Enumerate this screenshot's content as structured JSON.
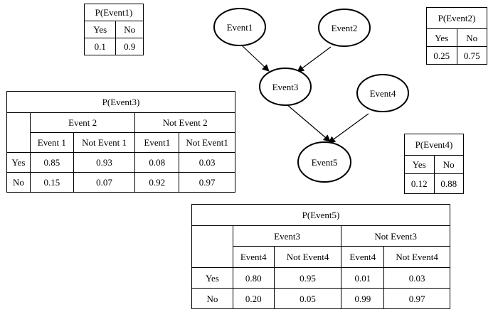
{
  "nodes": {
    "event1": "Event1",
    "event2": "Event2",
    "event3": "Event3",
    "event4": "Event4",
    "event5": "Event5"
  },
  "cpt_event1": {
    "title": "P(Event1)",
    "headers": [
      "Yes",
      "No"
    ],
    "values": [
      "0.1",
      "0.9"
    ]
  },
  "cpt_event2": {
    "title": "P(Event2)",
    "headers": [
      "Yes",
      "No"
    ],
    "values": [
      "0.25",
      "0.75"
    ]
  },
  "cpt_event4": {
    "title": "P(Event4)",
    "headers": [
      "Yes",
      "No"
    ],
    "values": [
      "0.12",
      "0.88"
    ]
  },
  "cpt_event3": {
    "title": "P(Event3)",
    "groups": [
      "Event 2",
      "Not Event 2"
    ],
    "subheaders": [
      "Event 1",
      "Not Event 1",
      "Event1",
      "Not Event1"
    ],
    "rows": [
      {
        "label": "Yes",
        "values": [
          "0.85",
          "0.93",
          "0.08",
          "0.03"
        ]
      },
      {
        "label": "No",
        "values": [
          "0.15",
          "0.07",
          "0.92",
          "0.97"
        ]
      }
    ]
  },
  "cpt_event5": {
    "title": "P(Event5)",
    "groups": [
      "Event3",
      "Not Event3"
    ],
    "subheaders": [
      "Event4",
      "Not Event4",
      "Event4",
      "Not Event4"
    ],
    "rows": [
      {
        "label": "Yes",
        "values": [
          "0.80",
          "0.95",
          "0.01",
          "0.03"
        ]
      },
      {
        "label": "No",
        "values": [
          "0.20",
          "0.05",
          "0.99",
          "0.97"
        ]
      }
    ]
  }
}
